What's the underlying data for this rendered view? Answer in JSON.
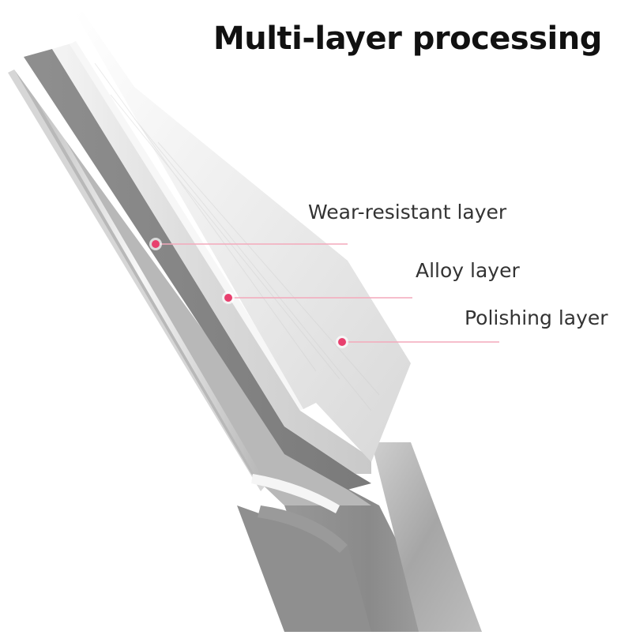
{
  "title": "Multi-layer processing",
  "layers": [
    {
      "label": "Wear-resistant layer"
    },
    {
      "label": "Alloy layer"
    },
    {
      "label": "Polishing layer"
    }
  ],
  "colors": {
    "background": "#ffffff",
    "title": "#111111",
    "label": "#333333",
    "accent": "#e8406e",
    "callout_line": "#f4a9bb",
    "steel_dark": "#8a8a8a",
    "steel_light": "#e6e6e6"
  }
}
